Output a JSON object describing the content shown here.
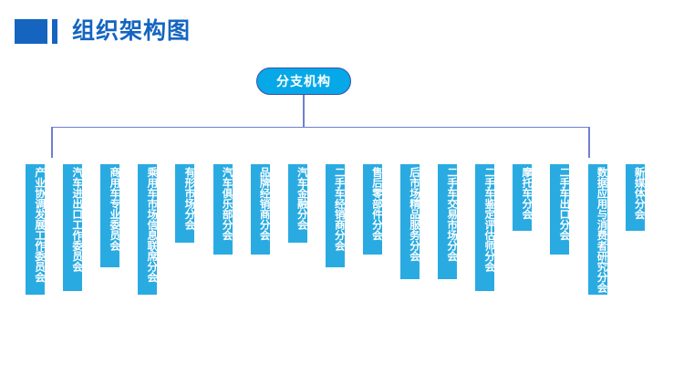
{
  "page": {
    "title": "组织架构图",
    "background_color": "#ffffff"
  },
  "header": {
    "title": "组织架构图",
    "accent_color": "#1565c0",
    "decoration": {
      "square_icon": "square-block-icon",
      "tick_icon": "tick-bar-icon"
    }
  },
  "chart": {
    "type": "org-chart",
    "orientation": "top-down",
    "root": {
      "label": "分支机构",
      "fill_color": "#06a8e8",
      "border_color": "#3c4fa8",
      "text_color": "#ffffff"
    },
    "connector_color": "#6f7fd1",
    "leaf_style": {
      "fill_color": "#29abe2",
      "text_color": "#ffffff",
      "text_direction": "vertical"
    },
    "leaf_count": 17,
    "leaves": [
      {
        "label": "产业协调发展工作委员会"
      },
      {
        "label": "汽车进出口工作委员会"
      },
      {
        "label": "商用车专业委员会"
      },
      {
        "label": "乘用车市场信息联席分会"
      },
      {
        "label": "有形市场分会"
      },
      {
        "label": "汽车俱乐部分会"
      },
      {
        "label": "品牌经销商分会"
      },
      {
        "label": "汽车金融分会"
      },
      {
        "label": "二手车经销商分会"
      },
      {
        "label": "售后零部件分会"
      },
      {
        "label": "后市场精品服务分会"
      },
      {
        "label": "二手车交易市场分会"
      },
      {
        "label": "二手车鉴定评估师分会"
      },
      {
        "label": "摩托车分会"
      },
      {
        "label": "二手车出口分会"
      },
      {
        "label": "数据应用与消费者研究分会"
      },
      {
        "label": "新媒体分会"
      }
    ]
  }
}
